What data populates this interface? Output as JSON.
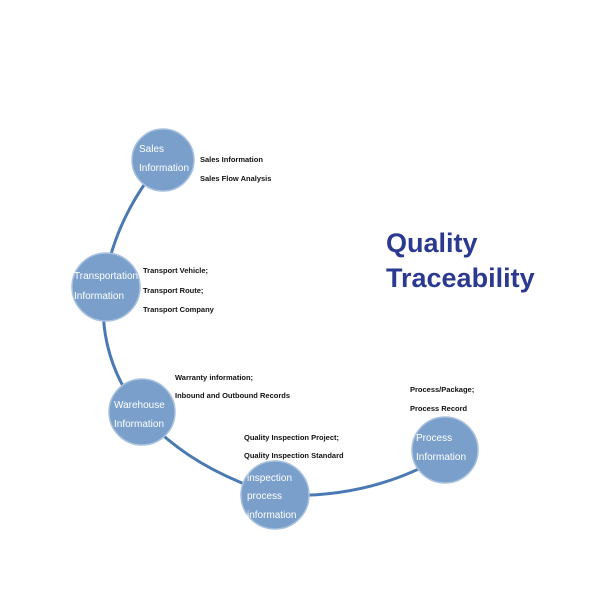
{
  "title": {
    "line1": "Quality",
    "line2": "Traceability"
  },
  "colors": {
    "arc": "#4a79b4",
    "node_fill": "#7a9fcb",
    "node_stroke": "#a8c1de",
    "title": "#2b3990"
  },
  "nodes": [
    {
      "label_lines": [
        "Sales",
        "Information"
      ],
      "details": [
        "Sales Information",
        "Sales Flow Analysis"
      ]
    },
    {
      "label_lines": [
        "Transportation",
        "Information"
      ],
      "details": [
        "Transport Vehicle;",
        "Transport Route;",
        "Transport Company"
      ]
    },
    {
      "label_lines": [
        "Warehouse",
        "Information"
      ],
      "details": [
        "Warranty information;",
        "Inbound and Outbound Records"
      ]
    },
    {
      "label_lines": [
        "inspection",
        "process",
        "information"
      ],
      "details": [
        "Quality Inspection Project;",
        "Quality Inspection Standard"
      ]
    },
    {
      "label_lines": [
        "Process",
        "Information"
      ],
      "details": [
        "Process/Package;",
        "Process Record"
      ]
    }
  ]
}
